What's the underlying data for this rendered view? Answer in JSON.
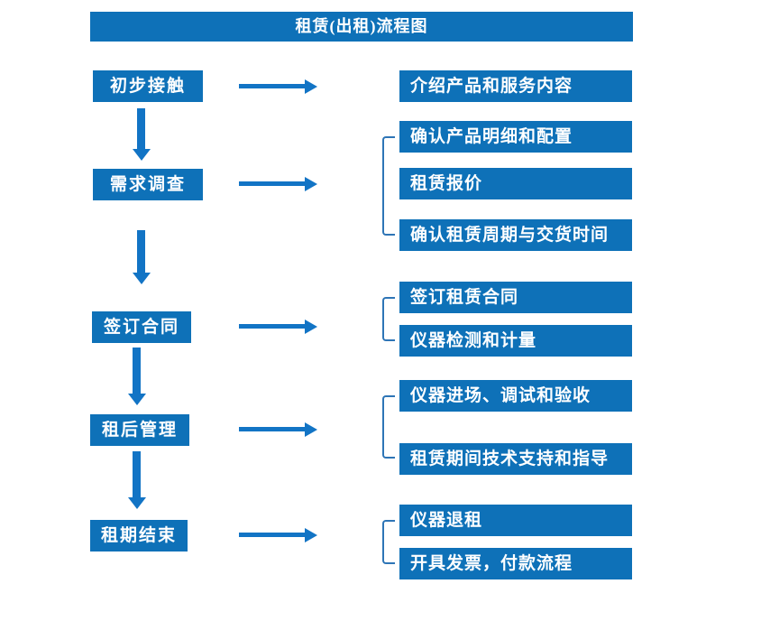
{
  "title": "租赁(出租)流程图",
  "colors": {
    "box_blue": "#0e71b8",
    "arrow_blue": "#1274c5",
    "bracket_blue": "#2e75b6",
    "text_white": "#ffffff",
    "background": "#ffffff"
  },
  "stages": [
    {
      "label": "初步接触",
      "details": [
        "介绍产品和服务内容"
      ]
    },
    {
      "label": "需求调查",
      "details": [
        "确认产品明细和配置",
        "租赁报价",
        "确认租赁周期与交货时间"
      ]
    },
    {
      "label": "签订合同",
      "details": [
        "签订租赁合同",
        "仪器检测和计量"
      ]
    },
    {
      "label": "租后管理",
      "details": [
        "仪器进场、调试和验收",
        "租赁期间技术支持和指导"
      ]
    },
    {
      "label": "租期结束",
      "details": [
        "仪器退租",
        "开具发票，付款流程"
      ]
    }
  ]
}
